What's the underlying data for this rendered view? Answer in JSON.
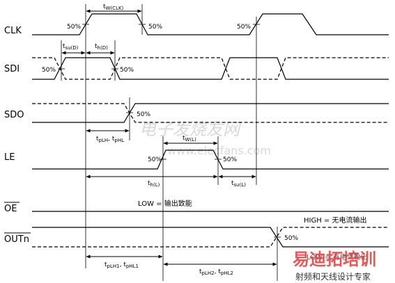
{
  "signals": {
    "clk": "CLK",
    "sdi": "SDI",
    "sdo": "SDO",
    "le": "LE",
    "oe": "OE",
    "outn": "OUTn"
  },
  "percent": {
    "clk_rise": "50%",
    "clk_fall": "50%",
    "clk_rise2": "50%",
    "sdi_left": "50%",
    "sdi_right": "50%",
    "sdo": "50%",
    "le_rise": "50%",
    "le_fall": "50%",
    "outn": "50%"
  },
  "timing": {
    "tw_clk_t": "t",
    "tw_clk_s": "W(CLK)",
    "tsu_d_t": "t",
    "tsu_d_s": "su(D)",
    "th_d_t": "t",
    "th_d_s": "h(D)",
    "tplh_t": "t",
    "tplh_s": "pLH",
    "tplh_sep": ", t",
    "tphl_s": "pHL",
    "tw_l_t": "t",
    "tw_l_s": "W(L)",
    "th_l_t": "t",
    "th_l_s": "h(L)",
    "tsu_l_t": "t",
    "tsu_l_s": "su(L)",
    "tplh1_t": "t",
    "tplh1_s": "pLH1",
    "tplh1_sep": ", t",
    "tphl1_s": "pHL1",
    "tplh2_t": "t",
    "tplh2_s": "pLH2",
    "tplh2_sep": ", t",
    "tphl2_s": "pHL2"
  },
  "notes": {
    "oe_low": "LOW = 输出致能",
    "outn_high": "HIGH = 无电流输出",
    "outn_low": "LOW = 有电流输出"
  },
  "watermark": {
    "script": "电子发烧友网",
    "site": "www.elecfans.com",
    "brand": "易迪拓培训",
    "brand_sub": "射频和天线设计专家"
  },
  "colors": {
    "line": "#000000",
    "watermark": "#c9c9c9",
    "brand_red": "#e23c3c"
  }
}
